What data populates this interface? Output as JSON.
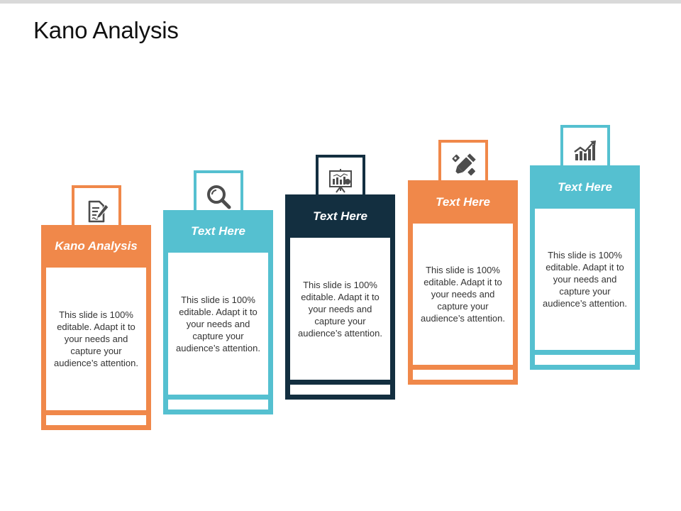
{
  "page": {
    "title": "Kano Analysis"
  },
  "colors": {
    "orange": "#f0884a",
    "teal": "#55c0d0",
    "navy": "#132f40",
    "icon_gray": "#4d4d4d",
    "top_bar": "#d9d9d9"
  },
  "columns": [
    {
      "heading": "Kano Analysis",
      "body": "This slide is 100% editable. Adapt it to your needs and capture your audience’s attention.",
      "icon": "document-edit-icon",
      "color": "#f0884a"
    },
    {
      "heading": "Text Here",
      "body": "This slide is 100% editable. Adapt it to your needs and capture your audience’s attention.",
      "icon": "magnifier-icon",
      "color": "#55c0d0"
    },
    {
      "heading": "Text Here",
      "body": "This slide is 100% editable. Adapt it to your needs and capture your audience’s attention.",
      "icon": "presentation-chart-icon",
      "color": "#132f40"
    },
    {
      "heading": "Text Here",
      "body": "This slide is 100% editable. Adapt it to your needs and capture your audience’s attention.",
      "icon": "marker-highlighter-icon",
      "color": "#f0884a"
    },
    {
      "heading": "Text Here",
      "body": "This slide is 100% editable. Adapt it to your needs and capture your audience’s attention.",
      "icon": "growth-chart-icon",
      "color": "#55c0d0"
    }
  ]
}
